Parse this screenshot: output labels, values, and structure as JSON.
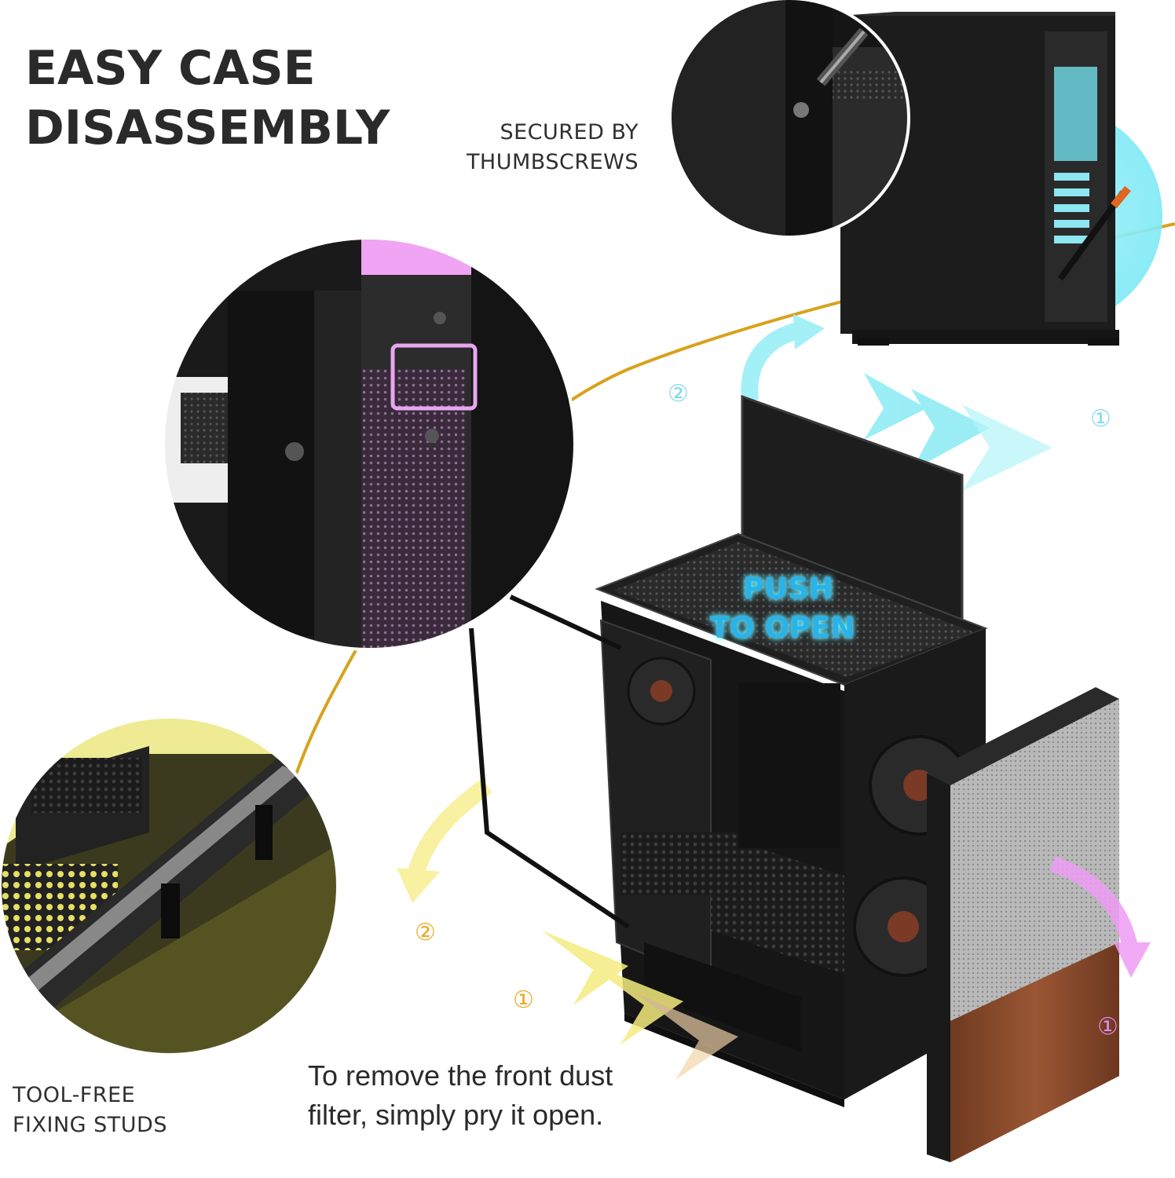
{
  "title": {
    "line1": "EASY CASE",
    "line2": "DISASSEMBLY"
  },
  "callouts": {
    "thumbscrews": {
      "line1": "SECURED BY",
      "line2": "THUMBSCREWS"
    },
    "studs": {
      "line1": "TOOL-FREE",
      "line2": "FIXING STUDS"
    },
    "front_filter": {
      "line1": "To remove the front dust",
      "line2": "filter, simply pry it open."
    }
  },
  "push_label": {
    "line1": "PUSH",
    "line2": "TO OPEN"
  },
  "step_markers": {
    "cyan_1": "①",
    "cyan_2": "②",
    "yellow_1": "①",
    "yellow_2": "②",
    "pink_1": "①"
  },
  "colors": {
    "accent_gold": "#d7a21c",
    "cyan": "#7fe9f5",
    "yellow": "#f5ea7c",
    "pink": "#e98cf0",
    "case_black": "#1c1c1c",
    "wood": "#8b4a2b"
  }
}
